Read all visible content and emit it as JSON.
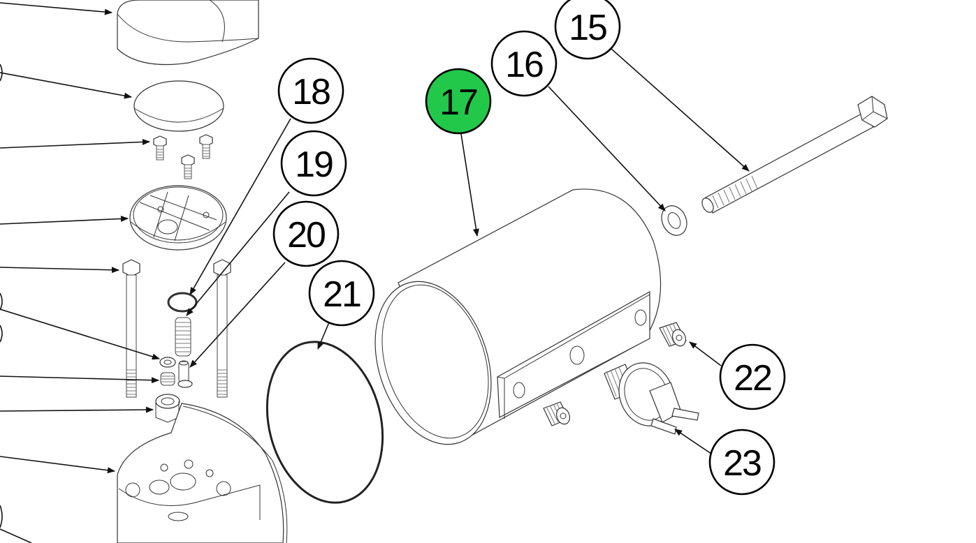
{
  "diagram": {
    "type": "exploded-parts-diagram",
    "highlight_color": "#22c84a",
    "balloon_fill": "#ffffff",
    "balloons": [
      {
        "id": "15",
        "label": "15",
        "part": "hex-bolt-long",
        "highlighted": false
      },
      {
        "id": "16",
        "label": "16",
        "part": "washer",
        "highlighted": false
      },
      {
        "id": "17",
        "label": "17",
        "part": "cylinder-housing",
        "highlighted": true
      },
      {
        "id": "18",
        "label": "18",
        "part": "o-ring-small",
        "highlighted": false
      },
      {
        "id": "19",
        "label": "19",
        "part": "spring",
        "highlighted": false
      },
      {
        "id": "20",
        "label": "20",
        "part": "valve-pin",
        "highlighted": false
      },
      {
        "id": "21",
        "label": "21",
        "part": "large-o-ring",
        "highlighted": false
      },
      {
        "id": "22",
        "label": "22",
        "part": "threaded-plug",
        "highlighted": false
      },
      {
        "id": "23",
        "label": "23",
        "part": "valve-fitting",
        "highlighted": false
      }
    ]
  }
}
